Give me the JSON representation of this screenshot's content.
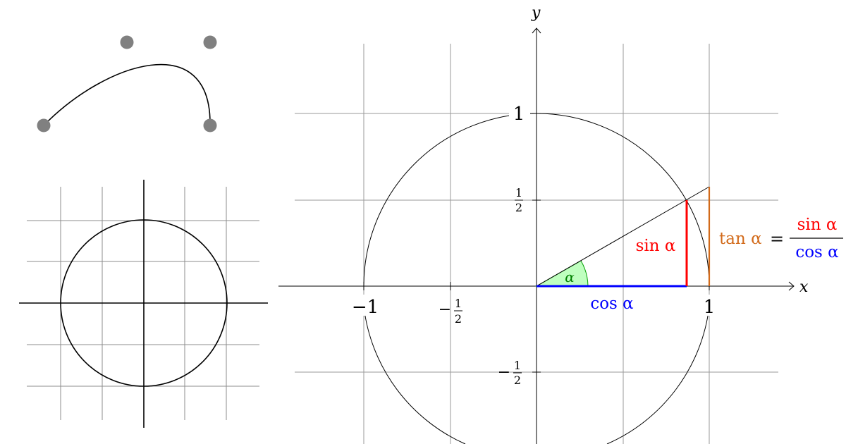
{
  "panels": {
    "bezier": {
      "point_color": "#808080",
      "curve_color": "#000000"
    },
    "circle_grid": {
      "grid_color": "#8c8c8c",
      "axis_color": "#000000",
      "circle_color": "#000000"
    },
    "unit_circle": {
      "axes": {
        "x_label": "x",
        "y_label": "y"
      },
      "ticks": {
        "x_neg_one": "−1",
        "x_neg_half_sign": "−",
        "x_neg_half_num": "1",
        "x_neg_half_den": "2",
        "x_one": "1",
        "y_one": "1",
        "y_half_num": "1",
        "y_half_den": "2",
        "y_neg_half_sign": "−",
        "y_neg_half_num": "1",
        "y_neg_half_den": "2"
      },
      "labels": {
        "alpha": "α",
        "sin": "sin α",
        "cos": "cos α",
        "tan_lhs": "tan α",
        "equals": "=",
        "frac_num": "sin α",
        "frac_den": "cos α"
      },
      "colors": {
        "grid": "#9a9a9a",
        "sin": "#ff0000",
        "cos": "#0000ff",
        "tan": "#d26a1a",
        "angle_fill": "#bfffbf",
        "angle_stroke": "#00a000",
        "alpha_text": "#008000"
      }
    }
  }
}
